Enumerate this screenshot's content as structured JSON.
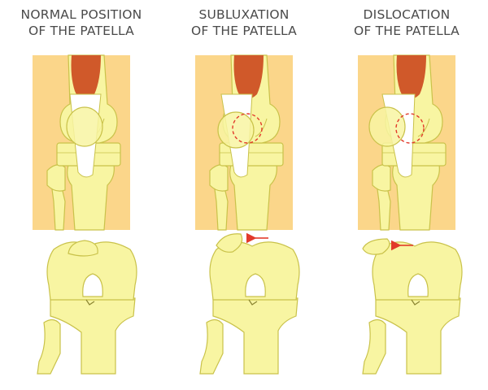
{
  "panels": [
    {
      "title_line1": "NORMAL POSITION",
      "title_line2": "OF THE PATELLA"
    },
    {
      "title_line1": "SUBLUXATION",
      "title_line2": "OF THE PATELLA"
    },
    {
      "title_line1": "DISLOCATION",
      "title_line2": "OF THE PATELLA"
    }
  ],
  "colors": {
    "skin": "#fbd68a",
    "bone_fill": "#f8f5a2",
    "bone_stroke": "#c9c24a",
    "muscle": "#d0592a",
    "tendon": "#ffffff",
    "arrow": "#e23a2a",
    "normal_position_outline": "#e23a2a"
  }
}
